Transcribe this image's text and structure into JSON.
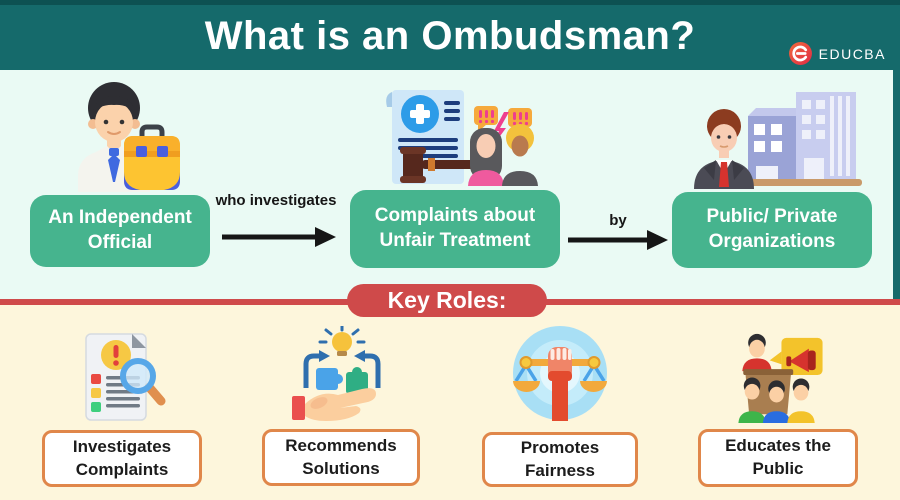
{
  "header": {
    "title": "What is an Ombudsman?",
    "brand": {
      "name": "EDUCBA",
      "logo_icon": "educba-e-icon"
    }
  },
  "definition_flow": {
    "nodes": [
      {
        "label": "An Independent Official",
        "icon": "independent-official-icon"
      },
      {
        "label": "Complaints about Unfair Treatment",
        "icon": "complaints-argument-icon"
      },
      {
        "label": "Public/ Private Organizations",
        "icon": "organizations-buildings-icon"
      }
    ],
    "connectors": [
      {
        "label": "who investigates",
        "icon": "right-arrow-icon"
      },
      {
        "label": "by",
        "icon": "right-arrow-icon"
      }
    ]
  },
  "key_roles": {
    "heading": "Key Roles:",
    "items": [
      {
        "label": "Investigates Complaints",
        "icon": "document-magnifier-icon"
      },
      {
        "label": "Recommends Solutions",
        "icon": "hand-puzzle-bulb-icon"
      },
      {
        "label": "Promotes Fairness",
        "icon": "fist-scales-icon"
      },
      {
        "label": "Educates the Public",
        "icon": "speaker-audience-icon"
      }
    ]
  },
  "colors": {
    "header_teal": "#156a6b",
    "header_top_border": "#0d5152",
    "top_section_mint": "#eafaf4",
    "node_green": "#46b48e",
    "accent_red": "#cf4a4a",
    "bottom_section_cream": "#fdf6dc",
    "role_box_border_orange": "#e0874a",
    "arrow_black": "#161616",
    "text_white": "#ffffff",
    "text_dark": "#1c1c1c"
  }
}
